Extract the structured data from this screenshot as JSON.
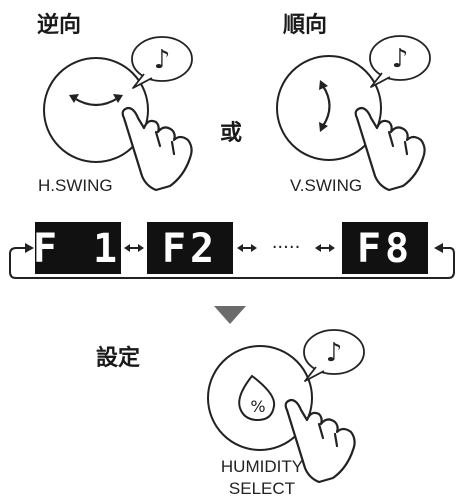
{
  "step1": {
    "reverse_label": "逆向",
    "forward_label": "順向",
    "or_label": "或",
    "h_swing_label": "H.SWING",
    "v_swing_label": "V.SWING",
    "beep_note": "♪"
  },
  "display_codes": {
    "codes": [
      "F 1",
      "F2",
      "F8"
    ],
    "ellipsis": "·····"
  },
  "step2": {
    "set_label": "設定",
    "humidity_label_line1": "HUMIDITY",
    "humidity_label_line2": "SELECT",
    "humidity_icon_symbol": "%",
    "beep_note": "♪"
  },
  "colors": {
    "ink": "#222222",
    "display_bg": "#111111",
    "display_fg": "#ffffff",
    "arrow_gray": "#6b6b6b"
  }
}
